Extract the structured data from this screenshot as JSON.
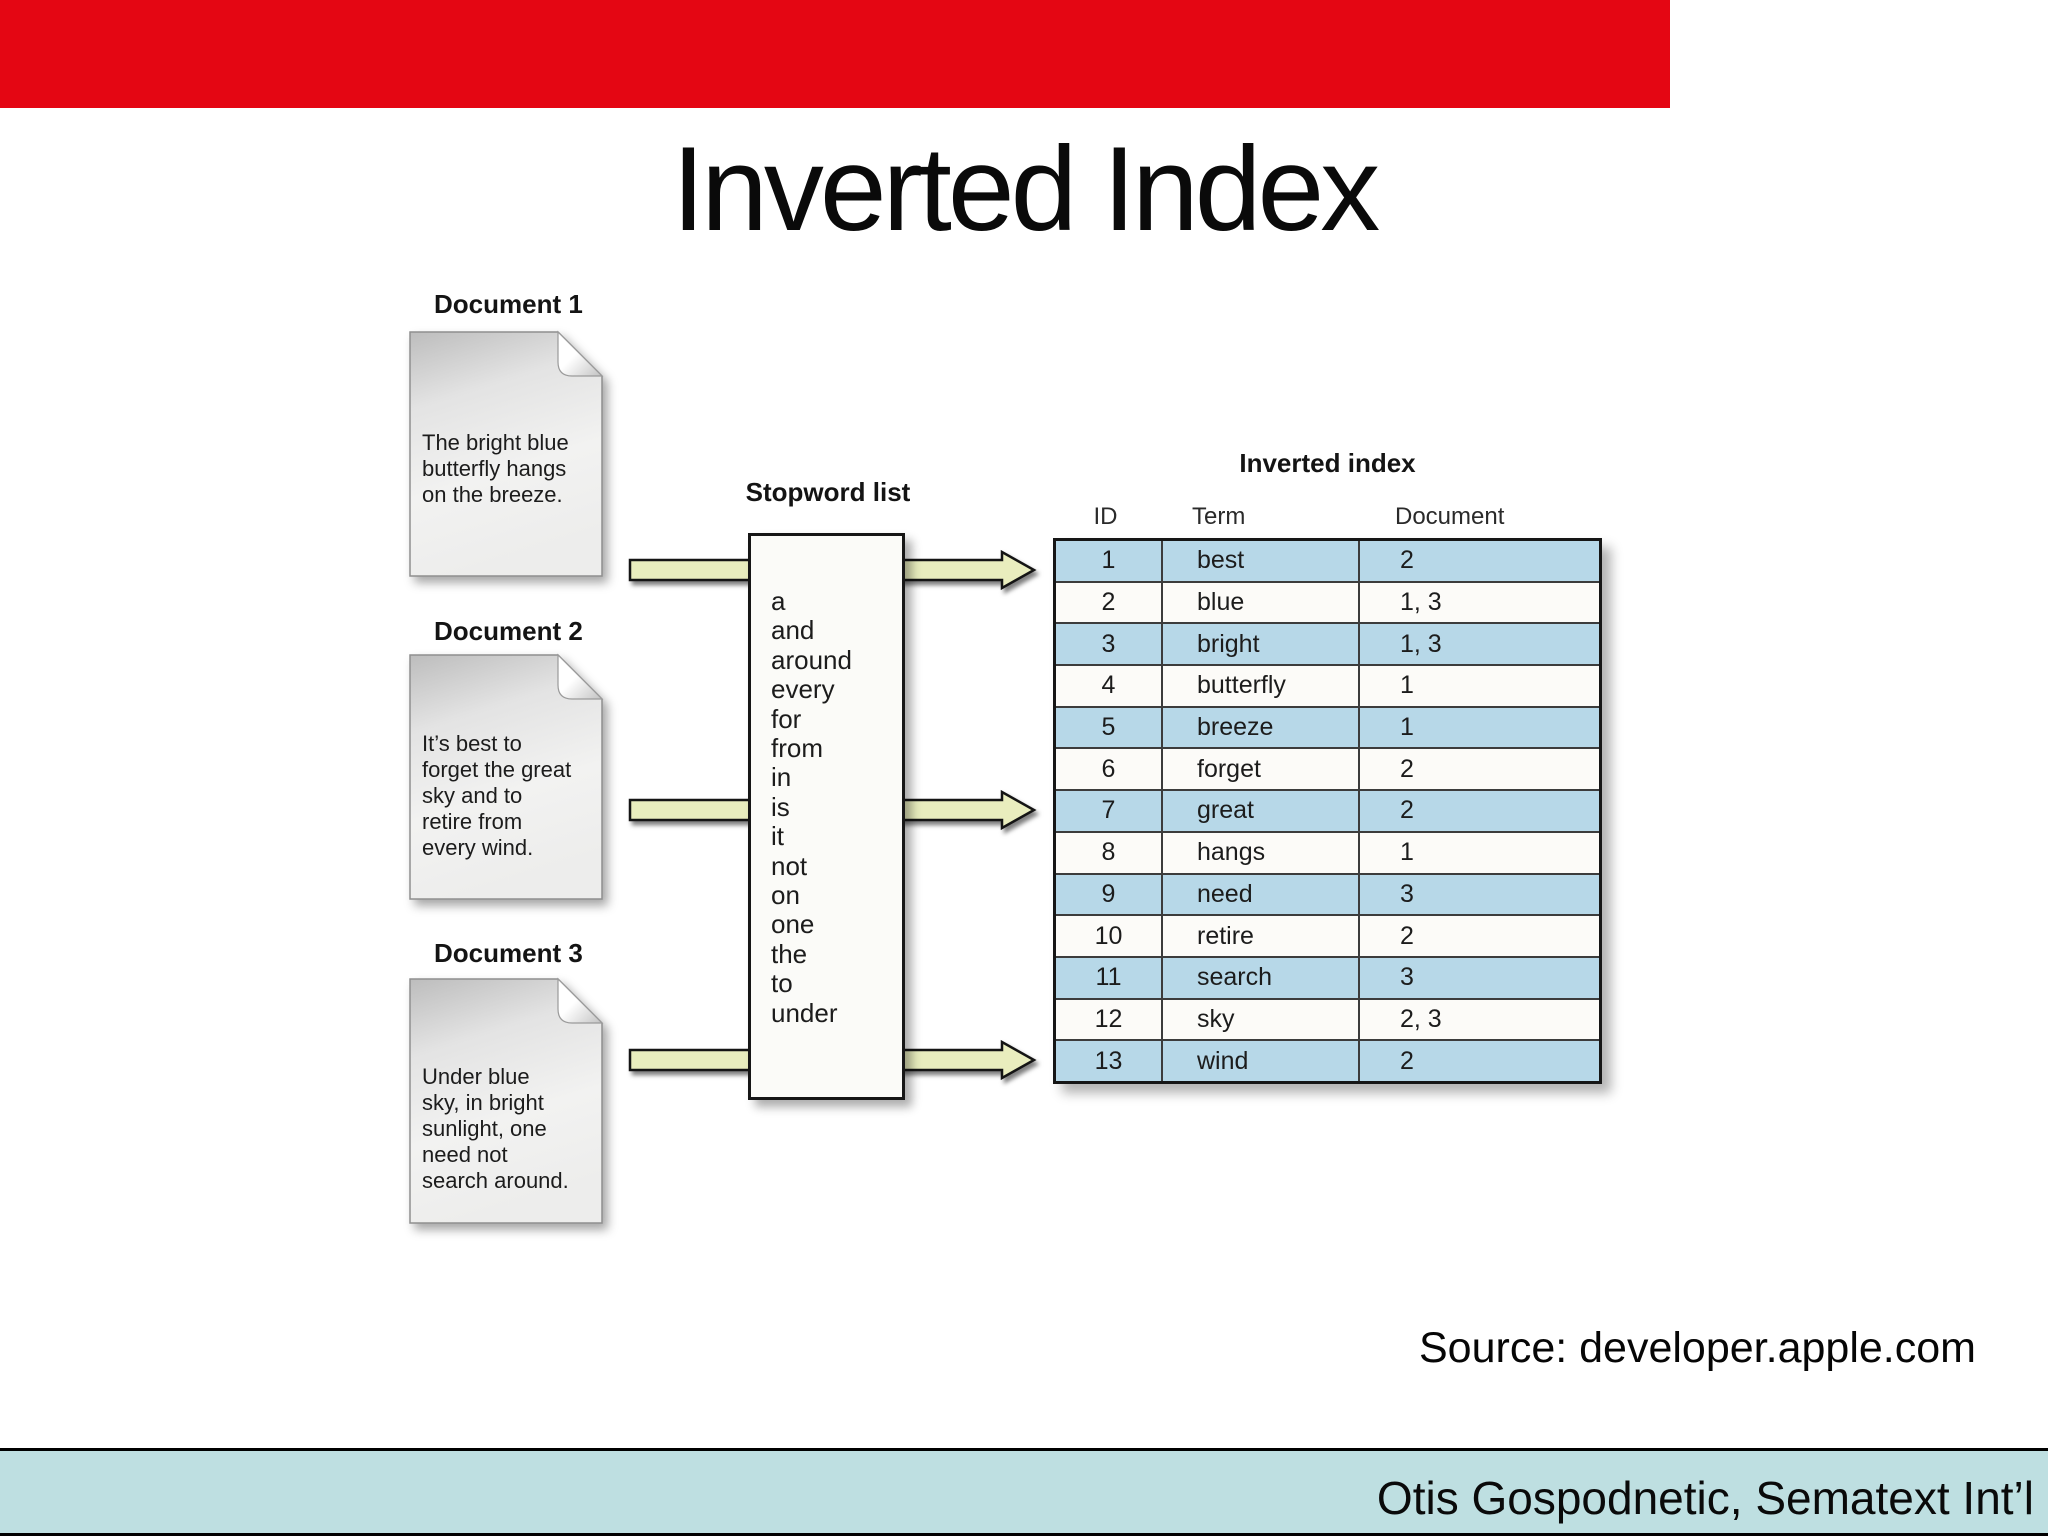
{
  "title": "Inverted Index",
  "documents": [
    {
      "label": "Document 1",
      "lines": [
        "The bright blue",
        "butterfly hangs",
        "on the breeze."
      ]
    },
    {
      "label": "Document 2",
      "lines": [
        "It’s best to",
        "forget the great",
        "sky and to",
        "retire from",
        "every wind."
      ]
    },
    {
      "label": "Document 3",
      "lines": [
        "Under blue",
        "sky, in bright",
        "sunlight, one",
        "need not",
        "search around."
      ]
    }
  ],
  "stopword_list": {
    "title": "Stopword list",
    "words": [
      "a",
      "and",
      "around",
      "every",
      "for",
      "from",
      "in",
      "is",
      "it",
      "not",
      "on",
      "one",
      "the",
      "to",
      "under"
    ]
  },
  "inverted_index": {
    "title": "Inverted index",
    "columns": [
      "ID",
      "Term",
      "Document"
    ],
    "rows": [
      [
        "1",
        "best",
        "2"
      ],
      [
        "2",
        "blue",
        "1, 3"
      ],
      [
        "3",
        "bright",
        "1, 3"
      ],
      [
        "4",
        "butterfly",
        "1"
      ],
      [
        "5",
        "breeze",
        "1"
      ],
      [
        "6",
        "forget",
        "2"
      ],
      [
        "7",
        "great",
        "2"
      ],
      [
        "8",
        "hangs",
        "1"
      ],
      [
        "9",
        "need",
        "3"
      ],
      [
        "10",
        "retire",
        "2"
      ],
      [
        "11",
        "search",
        "3"
      ],
      [
        "12",
        "sky",
        "2, 3"
      ],
      [
        "13",
        "wind",
        "2"
      ]
    ]
  },
  "source_note": "Source: developer.apple.com",
  "footer": {
    "credit": "Otis Gospodnetic, Sematext Int’l"
  },
  "colors": {
    "top_bar": "#e40613",
    "row_highlight": "#b7d8e8",
    "arrow_fill": "#e9edbe",
    "footer_bg": "#bedfe1"
  }
}
